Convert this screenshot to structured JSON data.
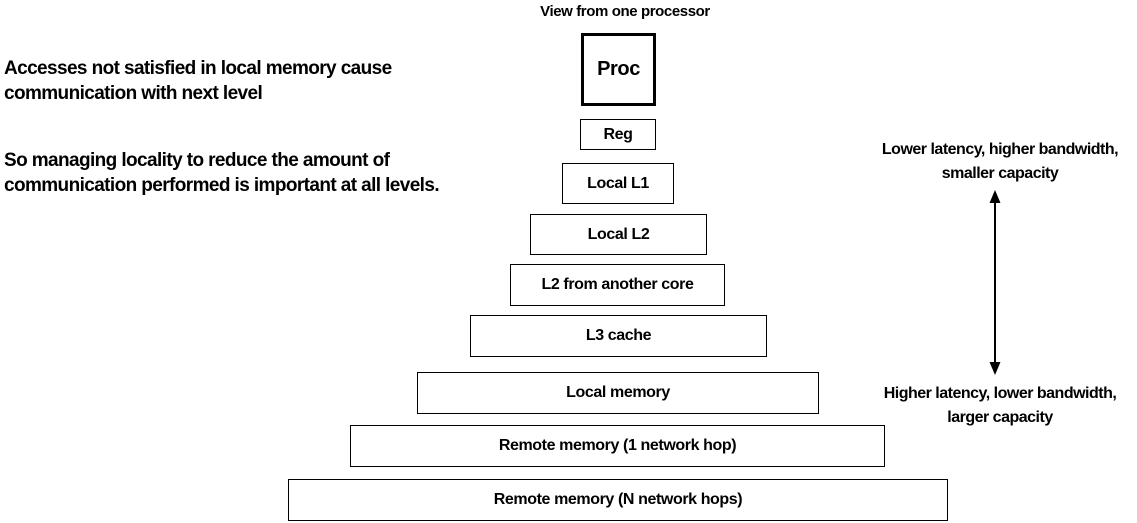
{
  "notes": {
    "line1": "Accesses not satisfied in local memory cause",
    "line2": "communication with next level",
    "line3": "So managing locality to reduce the amount of",
    "line4": "communication performed is important at all levels."
  },
  "hierarchy": {
    "title": "View from one processor",
    "levels": [
      "Proc",
      "Reg",
      "Local L1",
      "Local L2",
      "L2 from another core",
      "L3 cache",
      "Local memory",
      "Remote memory (1 network hop)",
      "Remote memory (N network hops)"
    ]
  },
  "scale": {
    "top_line1": "Lower latency, higher bandwidth,",
    "top_line2": "smaller capacity",
    "bottom_line1": "Higher latency, lower bandwidth,",
    "bottom_line2": "larger capacity"
  }
}
